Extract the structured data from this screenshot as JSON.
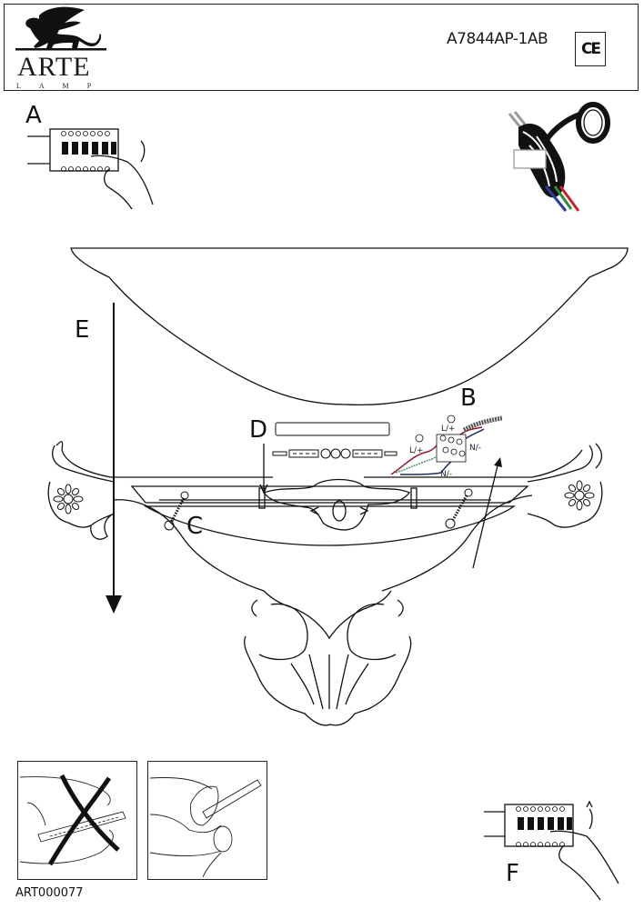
{
  "header": {
    "brand_name": "ARTE",
    "brand_sub": "LAMP",
    "model_number": "A7844AP-1AB",
    "certification_mark": "CE"
  },
  "steps": {
    "a": "A",
    "b": "B",
    "c": "C",
    "d": "D",
    "e": "E",
    "f": "F"
  },
  "wiring": {
    "live_label": "L/+",
    "neutral_label": "N/-",
    "wire_colors": {
      "live": "#8b1a2b",
      "neutral": "#1f2f5a",
      "earth": "#5a8a6a",
      "tape_color": "#111111",
      "insulation_blue": "#2a3c9a",
      "insulation_green": "#2f8a3a",
      "insulation_red": "#c8202a"
    }
  },
  "footer": {
    "document_code": "ART000077"
  }
}
